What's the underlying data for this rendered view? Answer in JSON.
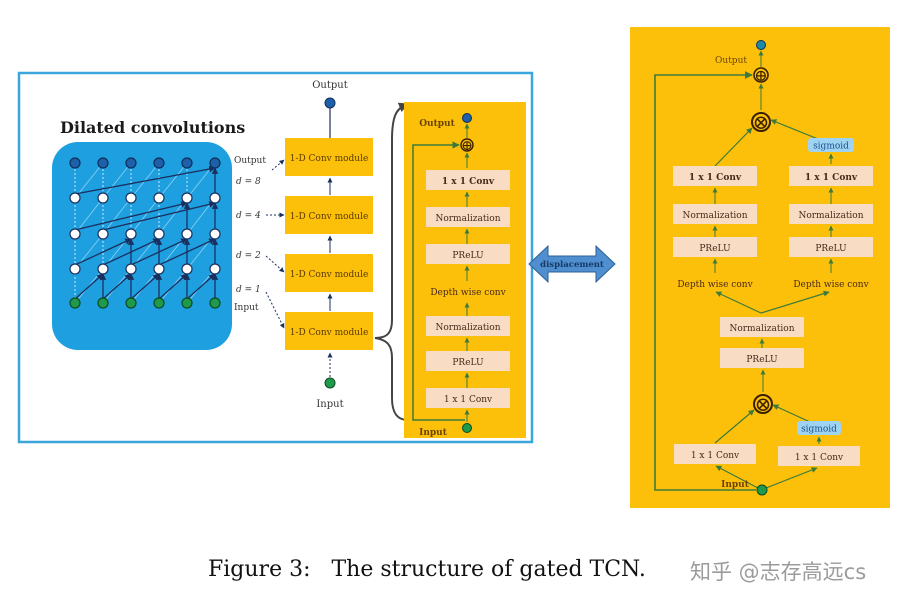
{
  "figure": {
    "caption_label": "Figure 3:",
    "caption_text": "The structure of gated TCN.",
    "watermark": "知乎 @志存高远cs"
  },
  "colors": {
    "frame_border": "#3aa6dd",
    "dilated_panel": "#1ea0e0",
    "module_yellow": "#fcc00a",
    "block_pink": "#f9dcc4",
    "sigmoid_blue": "#9fd3f2",
    "output_node": "#1d5fa8",
    "input_node": "#1f9a4a",
    "hidden_node": "#ffffff",
    "arrow_dark": "#1b2f5e",
    "skip_line": "#3c7a3a",
    "displacement_arrow": "#4f8fd0"
  },
  "dilated": {
    "title": "Dilated convolutions",
    "labels": {
      "output": "Output",
      "input": "Input",
      "d8": "d = 8",
      "d4": "d = 4",
      "d2": "d = 2",
      "d1": "d = 1"
    }
  },
  "stack": {
    "output_label": "Output",
    "input_label": "Input",
    "modules": [
      "1-D Conv module",
      "1-D Conv module",
      "1-D Conv module",
      "1-D Conv module"
    ]
  },
  "module_detail": {
    "output_label": "Output",
    "input_label": "Input",
    "add_symbol": "⊕",
    "blocks": [
      "1 x 1 Conv",
      "Normalization",
      "PReLU",
      "Depth wise conv",
      "Normalization",
      "PReLU",
      "1 x 1 Conv"
    ]
  },
  "displacement": {
    "label": "displacement"
  },
  "gated": {
    "output_label": "Output",
    "input_label": "Input",
    "add_symbol": "⊕",
    "mul_symbol": "⊗",
    "left_branch": [
      "1 x 1 Conv",
      "Normalization",
      "PReLU",
      "Depth wise conv"
    ],
    "right_branch": [
      "1 x 1 Conv",
      "Normalization",
      "PReLU",
      "Depth wise conv"
    ],
    "sigmoid_top": "sigmoid",
    "shared": [
      "Normalization",
      "PReLU"
    ],
    "sigmoid_bottom": "sigmoid",
    "bottom_left": "1 x 1 Conv",
    "bottom_right": "1 x 1 Conv"
  }
}
